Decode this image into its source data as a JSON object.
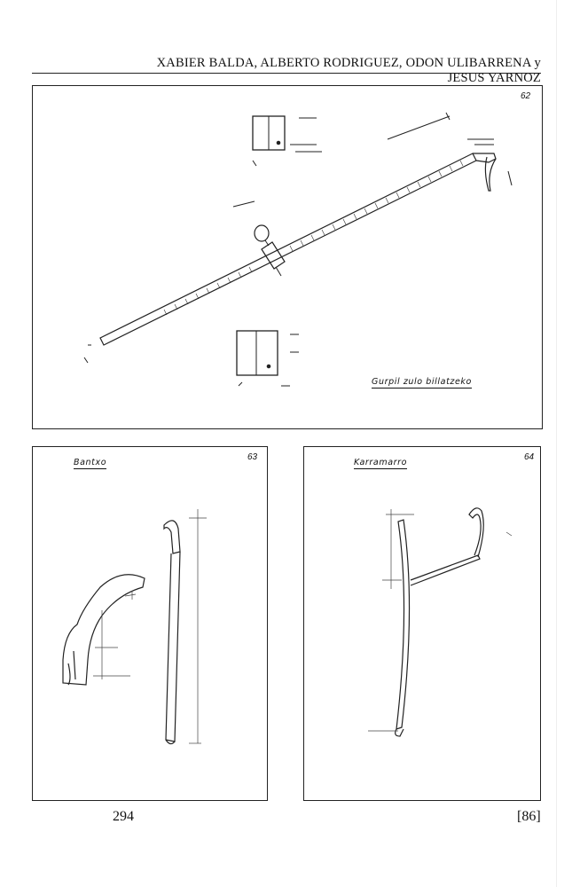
{
  "header": {
    "authors": "XABIER BALDA, ALBERTO RODRIGUEZ, ODON ULIBARRENA y JESUS YARNOZ"
  },
  "figures": [
    {
      "number": "62",
      "caption": "Gurpil zulo billatzeko"
    },
    {
      "number": "63",
      "caption": "Bantxo"
    },
    {
      "number": "64",
      "caption": "Karramarro"
    }
  ],
  "footer": {
    "page_number": "294",
    "page_ref": "[86]"
  }
}
